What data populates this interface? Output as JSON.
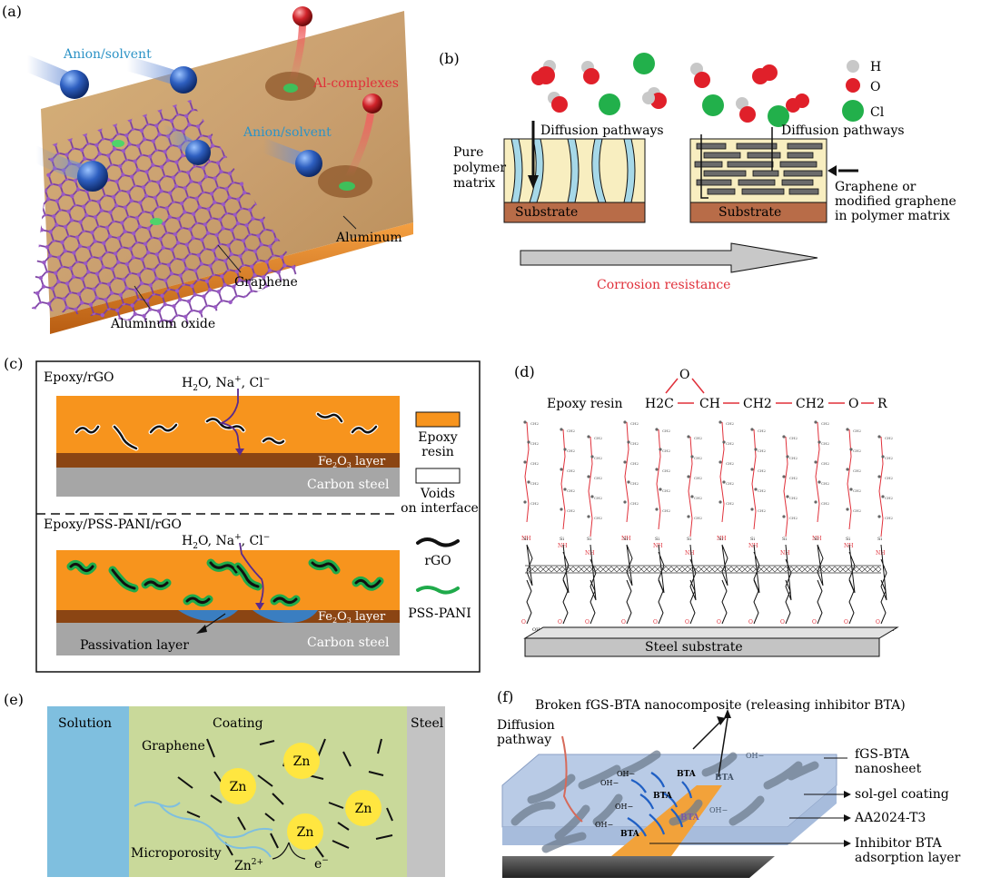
{
  "panels": {
    "a": {
      "tag": "(a)",
      "labels": {
        "anion_top": "Anion/solvent",
        "anion_mid": "Anion/solvent",
        "al_complexes": "Al-complexes",
        "aluminum": "Aluminum",
        "graphene": "Graphene",
        "oxide": "Aluminum oxide"
      }
    },
    "b": {
      "tag": "(b)",
      "legend": [
        {
          "symbol": "H",
          "color": "#c8c8c8"
        },
        {
          "symbol": "O",
          "color": "#e0202a"
        },
        {
          "symbol": "Cl",
          "color": "#22b04b"
        }
      ],
      "left_diffusion": "Diffusion pathways",
      "right_diffusion": "Diffusion pathways",
      "pure_polymer": [
        "Pure",
        "polymer",
        "matrix"
      ],
      "substrate_left": "Substrate",
      "substrate_right": "Substrate",
      "graphene_note": [
        "Graphene or",
        "modified graphene",
        "in polymer matrix"
      ],
      "arrow_label": "Corrosion resistance"
    },
    "c": {
      "tag": "(c)",
      "top_title": "Epoxy/rGO",
      "bottom_title": "Epoxy/PSS-PANI/rGO",
      "ions_prefix": "H",
      "ions_sub": "2",
      "ions_suffix": "O, Na",
      "ions_plus": "+",
      "ions_cl": ", Cl",
      "ions_minus": "−",
      "fe_prefix": "Fe",
      "fe_sub2": "2",
      "fe_mid": "O",
      "fe_sub3": "3",
      "fe_suffix": " layer",
      "carbon_steel": "Carbon steel",
      "passivation": "Passivation layer",
      "legend": {
        "epoxy": [
          "Epoxy",
          "resin"
        ],
        "voids": [
          "Voids",
          "on interface"
        ],
        "rgo": "rGO",
        "psspani": "PSS-PANI"
      },
      "colors": {
        "epoxy": "#f7941d",
        "fe2o3": "#8b4513",
        "steel": "#a6a6a6",
        "pani": "#1faa4a",
        "passivation": "#3a7ec1"
      }
    },
    "d": {
      "tag": "(d)",
      "resin_label": "Epoxy resin",
      "formula_o": "O",
      "formula": [
        "H2C",
        "CH",
        "CH2",
        "CH2",
        "O",
        "R"
      ],
      "chain_atoms": {
        "oh": "OH",
        "nh": "NH",
        "si": "Si",
        "o": "O",
        "ch2": "CH2"
      },
      "substrate": "Steel substrate"
    },
    "e": {
      "tag": "(e)",
      "solution": "Solution",
      "coating": "Coating",
      "steel": "Steel",
      "graphene": "Graphene",
      "zn": "Zn",
      "microporosity": "Microporosity",
      "zn2_base": "Zn",
      "zn2_sup": "2+",
      "electron_base": "e",
      "electron_sup": "−",
      "colors": {
        "solution": "#7fbfdf",
        "coating": "#c9d99a",
        "steel": "#c3c3c3",
        "zn": "#ffe640"
      }
    },
    "f": {
      "tag": "(f)",
      "title": "Broken fGS-BTA nanocomposite (releasing inhibitor BTA)",
      "diffusion": [
        "Diffusion",
        "pathway"
      ],
      "nanosheet": [
        "fGS-BTA",
        "nanosheet"
      ],
      "solgel": "sol-gel coating",
      "alloy": "AA2024-T3",
      "inhibitor": [
        "Inhibitor BTA",
        "adsorption layer"
      ],
      "oh": "OH−",
      "bta": "BTA"
    }
  }
}
